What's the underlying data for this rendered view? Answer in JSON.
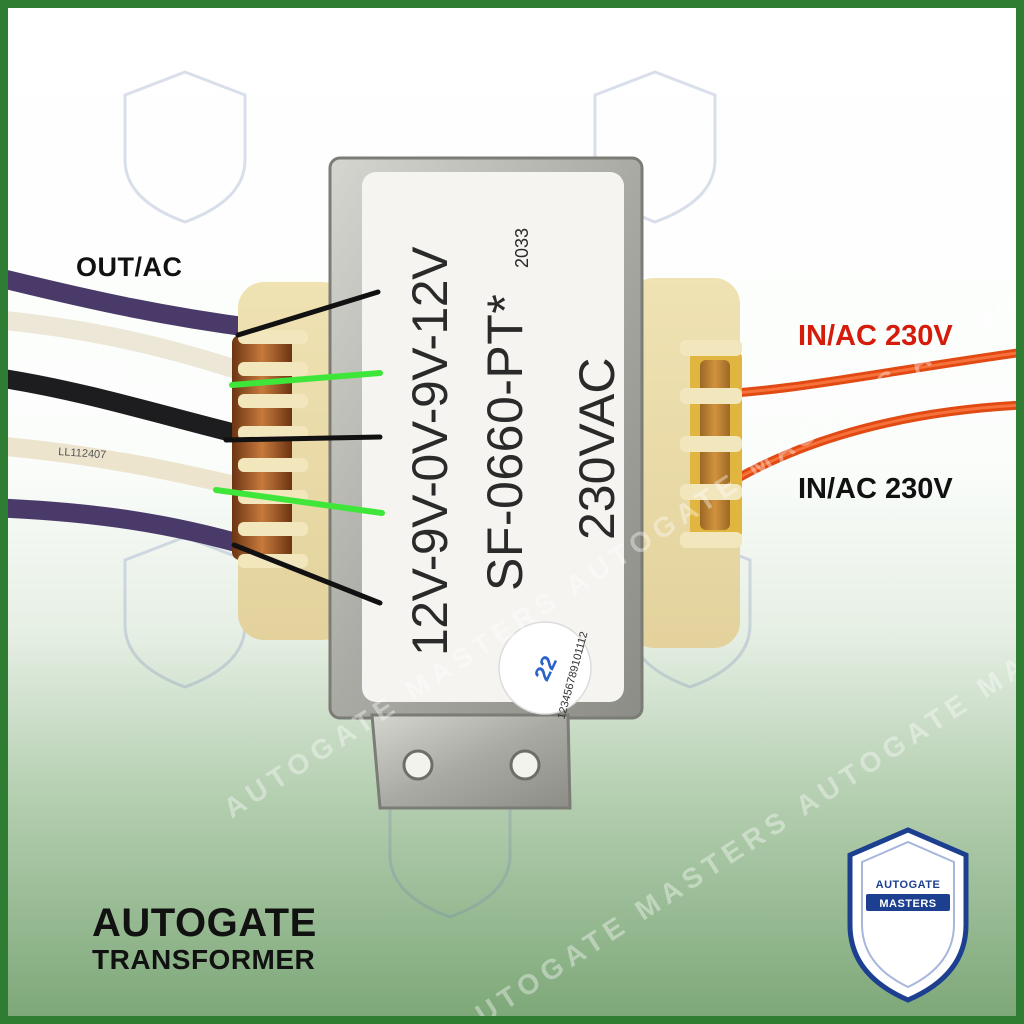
{
  "labels": {
    "output": "OUT/AC",
    "input_top": "IN/AC 230V",
    "input_bottom": "IN/AC 230V"
  },
  "transformer": {
    "tap_voltages": "12V-9V-0V-9V-12V",
    "model": "SF-0660-PT*",
    "rated_input": "230VAC",
    "batch_code": "2033",
    "date_wheel_numbers": "123456789101112",
    "date_wheel_mark": "22"
  },
  "wire_print": "LL112407",
  "brand": {
    "line1": "AUTOGATE",
    "line2": "TRANSFORMER"
  },
  "logo": {
    "line1": "AUTOGATE",
    "line2": "MASTERS"
  },
  "watermark": "AUTOGATE MASTERS AUTOGATE MASTERS AUTOGATE MASTERS",
  "colors": {
    "border": "#2f7d32",
    "input_label": "#d41c0c",
    "accent_line": "#3ee63a",
    "logo_blue": "#1c3f8f"
  }
}
